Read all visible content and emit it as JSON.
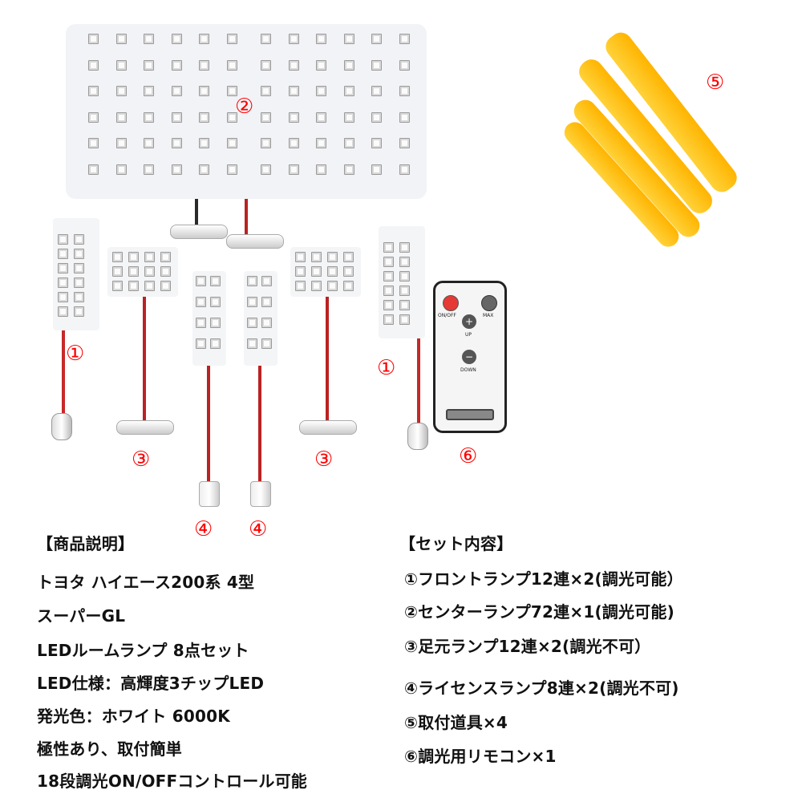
{
  "callouts": {
    "n1": "①",
    "n2": "②",
    "n3": "③",
    "n4": "④",
    "n5": "⑤",
    "n6": "⑥"
  },
  "remote": {
    "onoff": "ON/OFF",
    "max": "MAX",
    "up": "UP",
    "down": "DOWN",
    "plus": "+",
    "minus": "−"
  },
  "left_list": {
    "heading": "【商品説明】",
    "lines": [
      "トヨタ ハイエース200系 4型",
      "スーパーGL",
      "LEDルームランプ 8点セット",
      "LED仕様：高輝度3チップLED",
      "発光色：ホワイト 6000K",
      "極性あり、取付簡単",
      "18段調光ON/OFFコントロール可能"
    ]
  },
  "right_list": {
    "heading": "【セット内容】",
    "lines": [
      "①フロントランプ12連×2(調光可能）",
      "②センターランプ72連×1(調光可能)",
      "③足元ランプ12連×2(調光不可）",
      "④ライセンスランプ8連×2(調光不可)",
      "⑤取付道具×4",
      "⑥調光用リモコン×1"
    ]
  },
  "colors": {
    "callout": "#ff0000",
    "tool": "#ffc21a",
    "remote_body": "#f5f5f5",
    "power_button": "#e53935"
  }
}
